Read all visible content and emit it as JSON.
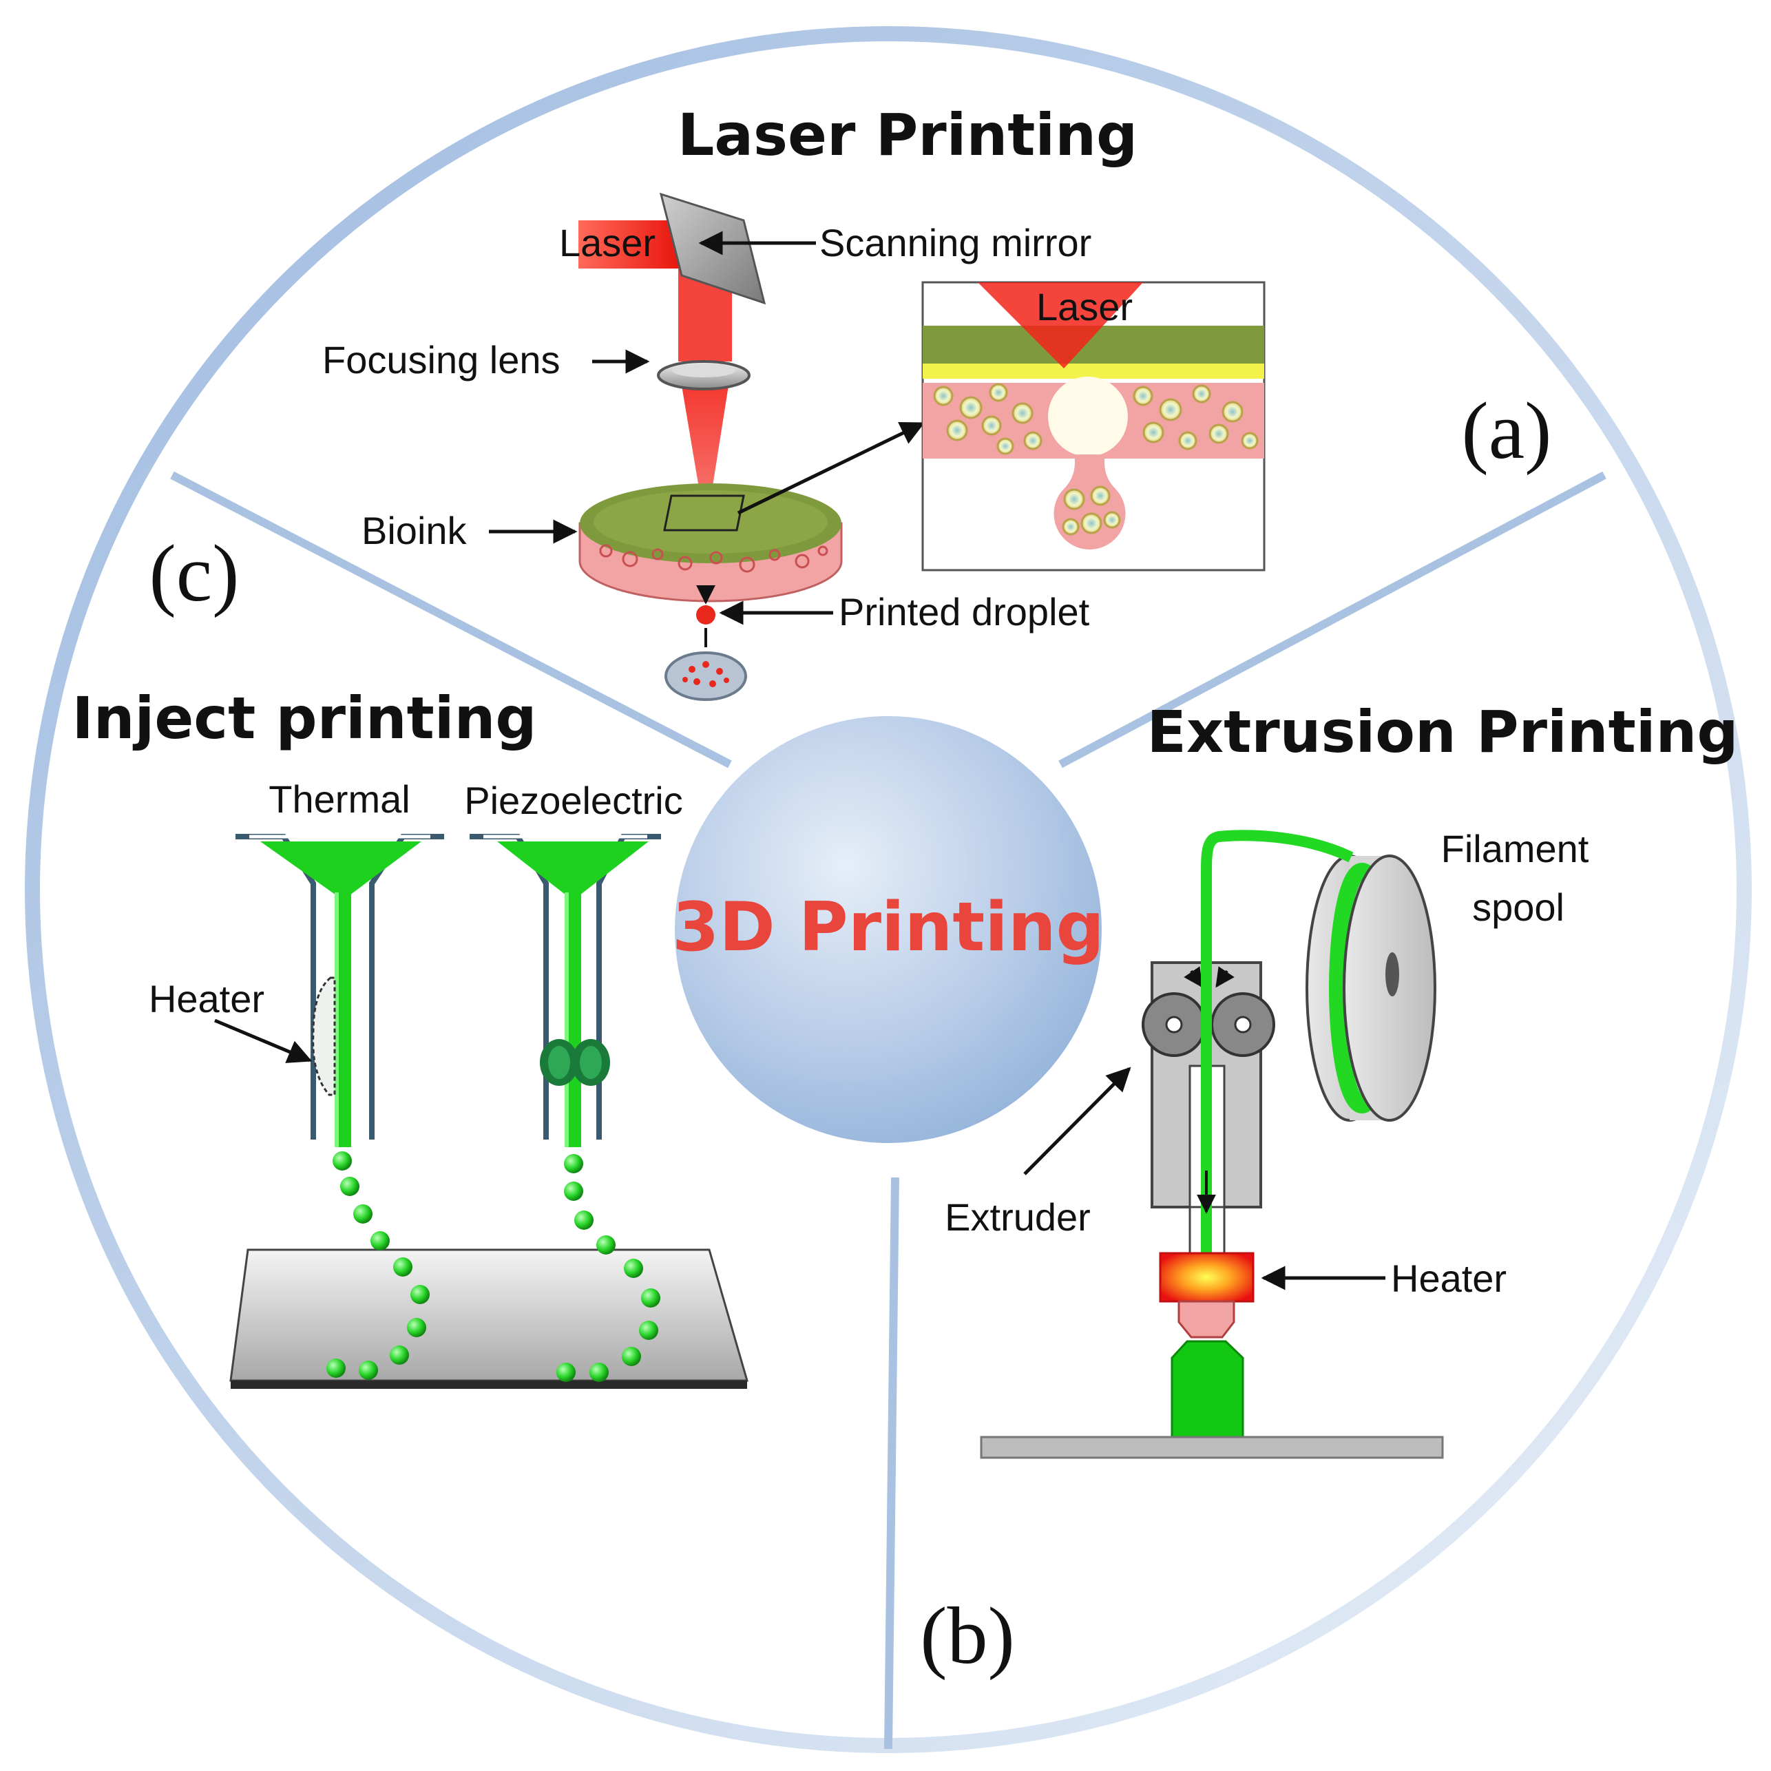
{
  "center": {
    "title": "3D Printing",
    "title_color": "#e8453c"
  },
  "colors": {
    "ring": "#9fbbe0",
    "hub": "#b9cde8",
    "laser_red": "#f2231a",
    "bioink_green": "#7f9a3c",
    "cell_pink": "#f2a3a3",
    "ink_green": "#1ed11e",
    "nozzle_blue": "#3a5a70",
    "metal_gray": "#bfbfbf"
  },
  "laser_section": {
    "title": "Laser Printing",
    "panel": "(a)",
    "labels": {
      "laser": "Laser",
      "scanning_mirror": "Scanning mirror",
      "focusing_lens": "Focusing lens",
      "bioink": "Bioink",
      "printed_droplet": "Printed droplet",
      "inset_laser": "Laser"
    }
  },
  "extrusion_section": {
    "title": "Extrusion Printing",
    "panel": "(b)",
    "labels": {
      "filament_line1": "Filament",
      "filament_line2": "spool",
      "extruder": "Extruder",
      "heater": "Heater"
    }
  },
  "inkjet_section": {
    "title": "Inject printing",
    "panel": "(c)",
    "labels": {
      "thermal": "Thermal",
      "piezoelectric": "Piezoelectric",
      "heater": "Heater"
    }
  }
}
